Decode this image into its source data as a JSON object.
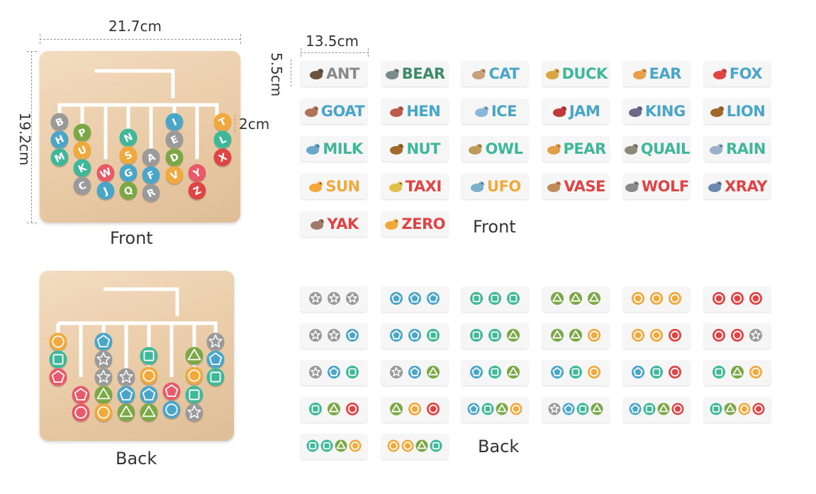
{
  "dimensions": {
    "board_width": "21.7cm",
    "board_height": "19.2cm",
    "bead_size": "2cm",
    "card_width": "13.5cm",
    "card_height": "5.5cm"
  },
  "captions": {
    "board_front": "Front",
    "board_back": "Back",
    "cards_front": "Front",
    "cards_back": "Back"
  },
  "colors": {
    "gray": "#9a9a9a",
    "blue": "#4aa6c9",
    "teal": "#3fb89a",
    "green": "#7aa845",
    "orange": "#f0a93a",
    "red": "#e04545",
    "pink": "#e85a6a"
  },
  "word_cards": [
    {
      "word": "ANT",
      "color": "#8a8a8a",
      "icon": "ant-icon",
      "icon_color": "#6b5340"
    },
    {
      "word": "BEAR",
      "color": "#3f8a6a",
      "icon": "bear-icon",
      "icon_color": "#7a8a8a"
    },
    {
      "word": "CAT",
      "color": "#4aa6c9",
      "icon": "cat-icon",
      "icon_color": "#c9a27a"
    },
    {
      "word": "DUCK",
      "color": "#3fb89a",
      "icon": "duck-icon",
      "icon_color": "#d9a441"
    },
    {
      "word": "EAR",
      "color": "#4aa6c9",
      "icon": "ear-icon",
      "icon_color": "#e8a04a"
    },
    {
      "word": "FOX",
      "color": "#4aa6c9",
      "icon": "fox-icon",
      "icon_color": "#e04545"
    },
    {
      "word": "GOAT",
      "color": "#4aa6c9",
      "icon": "goat-icon",
      "icon_color": "#b0745a"
    },
    {
      "word": "HEN",
      "color": "#4aa6c9",
      "icon": "hen-icon",
      "icon_color": "#c05a4a"
    },
    {
      "word": "ICE",
      "color": "#4aa6c9",
      "icon": "ice-icon",
      "icon_color": "#8ab7d9"
    },
    {
      "word": "JAM",
      "color": "#4aa6c9",
      "icon": "jam-icon",
      "icon_color": "#c03a3a"
    },
    {
      "word": "KING",
      "color": "#4aa6c9",
      "icon": "king-icon",
      "icon_color": "#6a6a8a"
    },
    {
      "word": "LION",
      "color": "#4aa6c9",
      "icon": "lion-icon",
      "icon_color": "#a0662a"
    },
    {
      "word": "MILK",
      "color": "#3fb89a",
      "icon": "milk-icon",
      "icon_color": "#6aa6c9"
    },
    {
      "word": "NUT",
      "color": "#3fb89a",
      "icon": "nut-icon",
      "icon_color": "#a06a2a"
    },
    {
      "word": "OWL",
      "color": "#3fb89a",
      "icon": "owl-icon",
      "icon_color": "#c09a5a"
    },
    {
      "word": "PEAR",
      "color": "#3fb89a",
      "icon": "pear-icon",
      "icon_color": "#e0a04a"
    },
    {
      "word": "QUAIL",
      "color": "#3fb89a",
      "icon": "quail-icon",
      "icon_color": "#8a8a7a"
    },
    {
      "word": "RAIN",
      "color": "#3fb89a",
      "icon": "rain-icon",
      "icon_color": "#9ab0c9"
    },
    {
      "word": "SUN",
      "color": "#f0a93a",
      "icon": "sun-icon",
      "icon_color": "#f0a93a"
    },
    {
      "word": "TAXI",
      "color": "#e04545",
      "icon": "taxi-icon",
      "icon_color": "#e0c04a"
    },
    {
      "word": "UFO",
      "color": "#f0a93a",
      "icon": "ufo-icon",
      "icon_color": "#7ab0c9"
    },
    {
      "word": "VASE",
      "color": "#e04545",
      "icon": "vase-icon",
      "icon_color": "#c08a5a"
    },
    {
      "word": "WOLF",
      "color": "#e04545",
      "icon": "wolf-icon",
      "icon_color": "#8a8a8a"
    },
    {
      "word": "XRAY",
      "color": "#e04545",
      "icon": "xray-icon",
      "icon_color": "#6a8ab0"
    },
    {
      "word": "YAK",
      "color": "#e04545",
      "icon": "yak-icon",
      "icon_color": "#a07a6a"
    },
    {
      "word": "ZERO",
      "color": "#e04545",
      "icon": "zero-icon",
      "icon_color": "#f0a93a"
    }
  ],
  "shape_cards": [
    [
      "gray-star",
      "gray-star",
      "gray-star"
    ],
    [
      "blue-pentagon",
      "blue-pentagon",
      "blue-pentagon"
    ],
    [
      "teal-square",
      "teal-square",
      "teal-square"
    ],
    [
      "green-triangle",
      "green-triangle",
      "green-triangle"
    ],
    [
      "orange-circle",
      "orange-circle",
      "orange-circle"
    ],
    [
      "red-circle",
      "red-circle",
      "red-circle"
    ],
    [
      "gray-star",
      "gray-star",
      "blue-pentagon"
    ],
    [
      "blue-pentagon",
      "blue-pentagon",
      "teal-square"
    ],
    [
      "teal-square",
      "teal-square",
      "green-triangle"
    ],
    [
      "green-triangle",
      "green-triangle",
      "orange-circle"
    ],
    [
      "orange-circle",
      "orange-circle",
      "red-circle"
    ],
    [
      "red-circle",
      "red-circle",
      "gray-star"
    ],
    [
      "gray-star",
      "blue-pentagon",
      "teal-square"
    ],
    [
      "gray-star",
      "blue-pentagon",
      "green-triangle"
    ],
    [
      "blue-pentagon",
      "teal-square",
      "green-triangle"
    ],
    [
      "blue-pentagon",
      "teal-square",
      "orange-circle"
    ],
    [
      "blue-pentagon",
      "teal-square",
      "red-circle"
    ],
    [
      "teal-square",
      "green-triangle",
      "orange-circle"
    ],
    [
      "teal-square",
      "green-triangle",
      "red-circle"
    ],
    [
      "green-triangle",
      "orange-circle",
      "red-circle"
    ],
    [
      "blue-pentagon",
      "teal-square",
      "green-triangle",
      "orange-circle"
    ],
    [
      "gray-star",
      "blue-pentagon",
      "teal-square",
      "green-triangle"
    ],
    [
      "blue-pentagon",
      "teal-square",
      "green-triangle",
      "red-circle"
    ],
    [
      "teal-square",
      "green-triangle",
      "orange-circle",
      "red-circle"
    ],
    [
      "teal-square",
      "teal-square",
      "green-triangle",
      "orange-circle"
    ],
    [
      "orange-circle",
      "orange-circle",
      "green-triangle",
      "teal-square"
    ]
  ],
  "board_front": {
    "top_beads": [
      {
        "letter": "T",
        "color": "#f0a93a"
      },
      {
        "letter": "L",
        "color": "#3fb89a"
      },
      {
        "letter": "X",
        "color": "#e04545"
      }
    ],
    "columns": [
      [
        {
          "letter": "B",
          "color": "#9a9a9a"
        },
        {
          "letter": "H",
          "color": "#4aa6c9"
        },
        {
          "letter": "M",
          "color": "#3fb89a"
        }
      ],
      [
        {
          "letter": "P",
          "color": "#7aa845"
        },
        {
          "letter": "U",
          "color": "#f0a93a"
        },
        {
          "letter": "K",
          "color": "#3fb89a"
        },
        {
          "letter": "C",
          "color": "#9a9a9a"
        }
      ],
      [
        {
          "letter": "W",
          "color": "#e85a6a"
        },
        {
          "letter": "J",
          "color": "#4aa6c9"
        }
      ],
      [
        {
          "letter": "N",
          "color": "#3fb89a"
        },
        {
          "letter": "S",
          "color": "#f0a93a"
        },
        {
          "letter": "G",
          "color": "#4aa6c9"
        },
        {
          "letter": "Q",
          "color": "#7aa845"
        }
      ],
      [
        {
          "letter": "A",
          "color": "#9a9a9a"
        },
        {
          "letter": "F",
          "color": "#4aa6c9"
        },
        {
          "letter": "R",
          "color": "#9a9a9a"
        }
      ],
      [
        {
          "letter": "I",
          "color": "#4aa6c9"
        },
        {
          "letter": "E",
          "color": "#9a9a9a"
        },
        {
          "letter": "D",
          "color": "#7aa845"
        },
        {
          "letter": "V",
          "color": "#f0a93a"
        }
      ],
      [
        {
          "letter": "Y",
          "color": "#e85a6a"
        },
        {
          "letter": "Z",
          "color": "#e04545"
        }
      ]
    ]
  }
}
